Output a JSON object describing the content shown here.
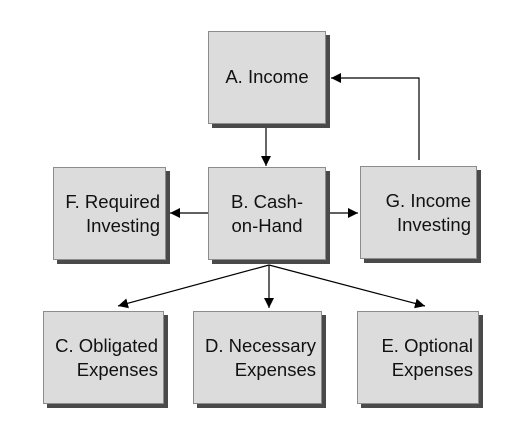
{
  "nodes": {
    "a": {
      "lines": [
        "A. Income"
      ]
    },
    "b": {
      "lines": [
        "B. Cash-",
        "on-Hand"
      ]
    },
    "c": {
      "lines": [
        "C. Obligated",
        "Expenses"
      ]
    },
    "d": {
      "lines": [
        "D. Necessary",
        "Expenses"
      ]
    },
    "e": {
      "lines": [
        "E. Optional",
        "Expenses"
      ]
    },
    "f": {
      "lines": [
        "F. Required",
        "Investing"
      ]
    },
    "g": {
      "lines": [
        "G. Income",
        "Investing"
      ]
    }
  },
  "edges": [
    {
      "from": "a",
      "to": "b"
    },
    {
      "from": "b",
      "to": "f"
    },
    {
      "from": "b",
      "to": "g"
    },
    {
      "from": "b",
      "to": "c"
    },
    {
      "from": "b",
      "to": "d"
    },
    {
      "from": "b",
      "to": "e"
    },
    {
      "from": "g",
      "to": "a"
    }
  ]
}
